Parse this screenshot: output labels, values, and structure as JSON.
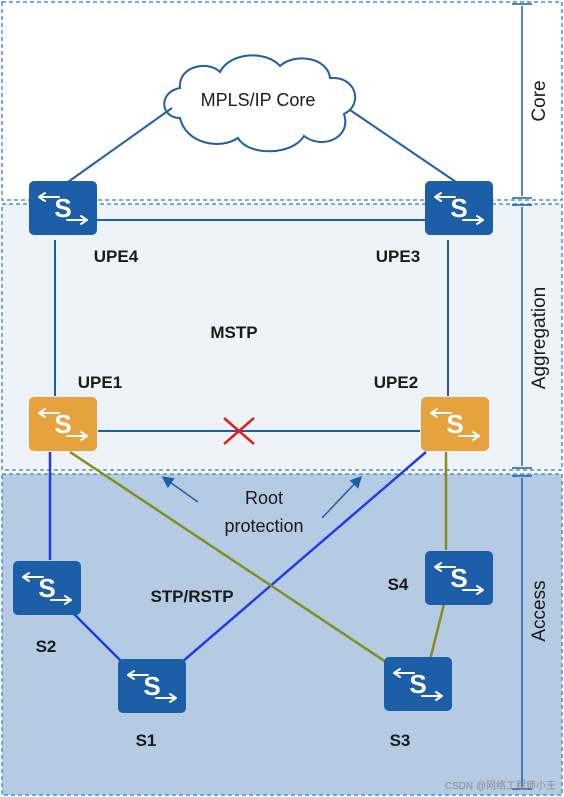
{
  "layers": {
    "core": "Core",
    "aggregation": "Aggregation",
    "access": "Access"
  },
  "cloud_label": "MPLS/IP Core",
  "region_labels": {
    "mstp": "MSTP",
    "stp_rstp": "STP/RSTP",
    "root_protection_line1": "Root",
    "root_protection_line2": "protection"
  },
  "devices": {
    "upe4": {
      "label": "UPE4",
      "icon": "switch-icon",
      "color": "#1c5fa8"
    },
    "upe3": {
      "label": "UPE3",
      "icon": "switch-icon",
      "color": "#1c5fa8"
    },
    "upe1": {
      "label": "UPE1",
      "icon": "switch-icon",
      "color": "#e6a33d"
    },
    "upe2": {
      "label": "UPE2",
      "icon": "switch-icon",
      "color": "#e6a33d"
    },
    "s1": {
      "label": "S1",
      "icon": "switch-icon",
      "color": "#1c5fa8"
    },
    "s2": {
      "label": "S2",
      "icon": "switch-icon",
      "color": "#1c5fa8"
    },
    "s3": {
      "label": "S3",
      "icon": "switch-icon",
      "color": "#1c5fa8"
    },
    "s4": {
      "label": "S4",
      "icon": "switch-icon",
      "color": "#1c5fa8"
    }
  },
  "switch_glyph": "S",
  "blocked_marker": "blocked-link-icon",
  "colors": {
    "aggregation_bg": "#eef2f9",
    "access_bg": "#b5cbe4",
    "border_dashed": "#4a8fcc",
    "mstp_link": "#1c5fa8",
    "stp_blue": "#1f3fe0",
    "stp_olive": "#8a8a1e",
    "blocked_x": "#e02020"
  },
  "watermark": "CSDN @网络工程师小王"
}
